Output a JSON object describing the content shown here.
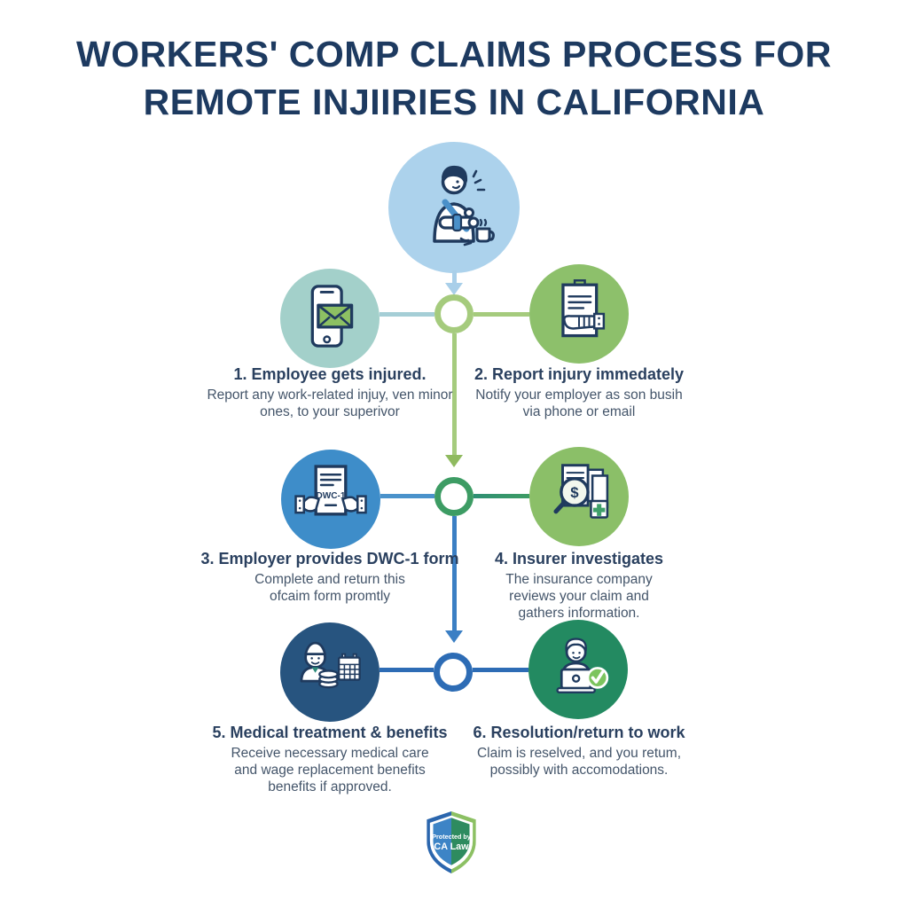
{
  "title": {
    "line1": "WORKERS' COMP CLAIMS PROCESS FOR",
    "line2": "REMOTE INJIIRIES IN CALIFORNIA"
  },
  "intro": {
    "icon": "injured-worker-icon"
  },
  "steps": [
    {
      "title": "1. Employee gets injured.",
      "description": "Report any work-related injuy, ven minor\nones, to your superivor",
      "icon": "phone-email-icon",
      "circle_color": "#a3d0ca",
      "side": "left"
    },
    {
      "title": "2. Report injury immedately",
      "description": "Notify your employer as son busih\nvia phone or email",
      "icon": "report-form-icon",
      "circle_color": "#8dc06b",
      "side": "right"
    },
    {
      "title": "3. Employer provides DWC-1 form",
      "description": "Complete and return this\nofcaim form promtly",
      "icon": "dwc1-form-icon",
      "circle_color": "#3e8dc9",
      "side": "left"
    },
    {
      "title": "4. Insurer investigates",
      "description": "The insurance company\nreviews your claim and\ngathers information.",
      "icon": "magnifier-documents-icon",
      "circle_color": "#8bbf68",
      "side": "right"
    },
    {
      "title": "5. Medical treatment & benefits",
      "description": "Receive necessary medical care\nand wage replacement benefits\nbenefits if approved.",
      "icon": "medical-benefits-icon",
      "circle_color": "#27547f",
      "side": "left"
    },
    {
      "title": "6. Resolution/return to work",
      "description": "Claim is reselved, and you retum,\npossibly with accomodations.",
      "icon": "return-to-work-icon",
      "circle_color": "#238a61",
      "side": "right"
    }
  ],
  "icon_labels": {
    "dwc_form": "DWC-1",
    "magnifier_symbol": "$"
  },
  "badge": {
    "line1": "Protected by",
    "line2": "CA Law",
    "icon": "ca-law-shield-icon"
  },
  "colors": {
    "title_text": "#1d3a60",
    "step_title_text": "#2a405f",
    "step_desc_text": "#44556a",
    "top_circle": "#acd2ec",
    "ring1_border": "#a5cb7d",
    "ring2_border": "#3d9c64",
    "ring3_border": "#2d6cb5",
    "connector_light_blue": "#a9cfe9",
    "connector_light_teal": "#a5ced6",
    "connector_light_green": "#a5cb7d",
    "connector_blue": "#3b7fc4",
    "connector_green": "#3d9c64",
    "connector_dark_blue": "#2d6cb5",
    "badge_border_blue": "#2b66ae",
    "badge_border_green": "#8cc063",
    "badge_fill_blue": "#3d84c6",
    "badge_fill_green": "#2e8b5f",
    "icon_stroke_navy": "#1f3a5e",
    "check_green": "#7cc45e"
  }
}
